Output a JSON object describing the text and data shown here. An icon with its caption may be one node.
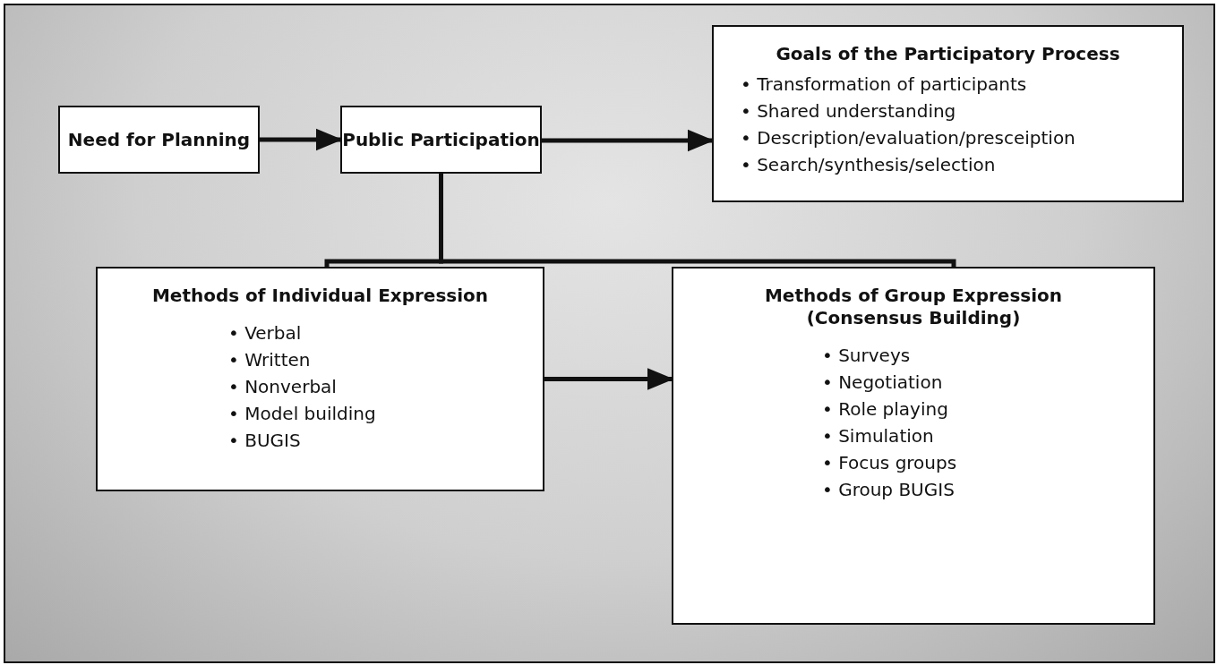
{
  "diagram": {
    "nodes": [
      {
        "text": [
          "Need for Planning"
        ]
      },
      {
        "text": [
          "Public Participation"
        ]
      },
      {
        "text": [
          "Goals of the Participatory Process",
          "• Transformation of participants",
          "• Shared understanding",
          "• Description/evaluation/presceiption",
          "• Search/synthesis/selection"
        ]
      },
      {
        "text": [
          "Methods of Individual Expression",
          "• Verbal",
          "• Written",
          "• Nonverbal",
          "• Model building",
          "• BUGIS"
        ]
      },
      {
        "text": [
          "Methods of Group Expression (Consensus Building)",
          "• Surveys",
          "• Negotiation",
          "• Role playing",
          "• Simulation",
          "• Focus groups",
          "• Group BUGIS"
        ]
      }
    ],
    "edges": [
      {
        "from": 0,
        "to": 1,
        "arrow": "to"
      },
      {
        "from": 1,
        "to": 2,
        "arrow": "to"
      },
      {
        "from": 1,
        "to": 3,
        "arrow": "none"
      },
      {
        "from": 1,
        "to": 4,
        "arrow": "none"
      },
      {
        "from": 3,
        "to": 4,
        "arrow": "to"
      }
    ]
  }
}
